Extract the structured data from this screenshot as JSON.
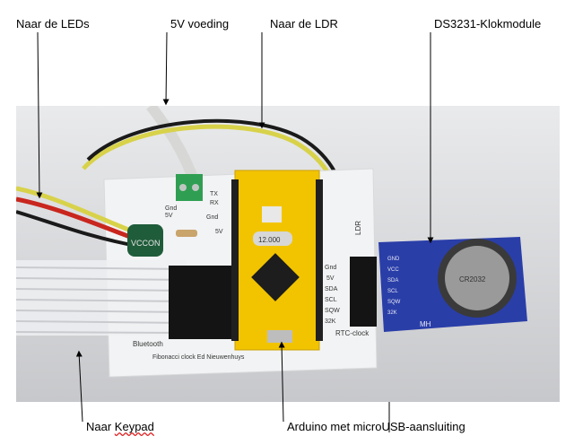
{
  "labels": {
    "leds": "Naar de LEDs",
    "power": "5V voeding",
    "ldr": "Naar de LDR",
    "clock_module": "DS3231-Klokmodule",
    "keypad_prefix": "Naar ",
    "keypad_word": "Keypad",
    "arduino": "Arduino met microUSB-aansluiting"
  },
  "board_text": {
    "pcb_footer": "Fibonacci clock Ed Nieuwenhuys",
    "bluetooth": "Bluetooth",
    "rtc_clock": "RTC-clock",
    "ldr": "LDR",
    "capacitor": "VCCON",
    "crystal": "12.000",
    "module_brand": "MH",
    "battery": "CR2032",
    "pins_left_header": [
      "TX",
      "RX",
      "Gnd",
      "5V"
    ],
    "pins_rtc": [
      "Gnd",
      "5V",
      "SDA",
      "SCL",
      "SQW",
      "32K"
    ],
    "pins_module": [
      "GND",
      "VCC",
      "SDA",
      "SCL",
      "SQW",
      "32K"
    ],
    "power_header": [
      "Gnd",
      "5V"
    ]
  },
  "colors": {
    "pcb": "#f2f3f4",
    "nano": "#f2c400",
    "module": "#2a3ea8",
    "wire_yellow": "#d8d24a",
    "wire_red": "#c8261e",
    "wire_black": "#1a1a1a",
    "terminal": "#2f9e52",
    "capacitor": "#1f5c3a"
  }
}
